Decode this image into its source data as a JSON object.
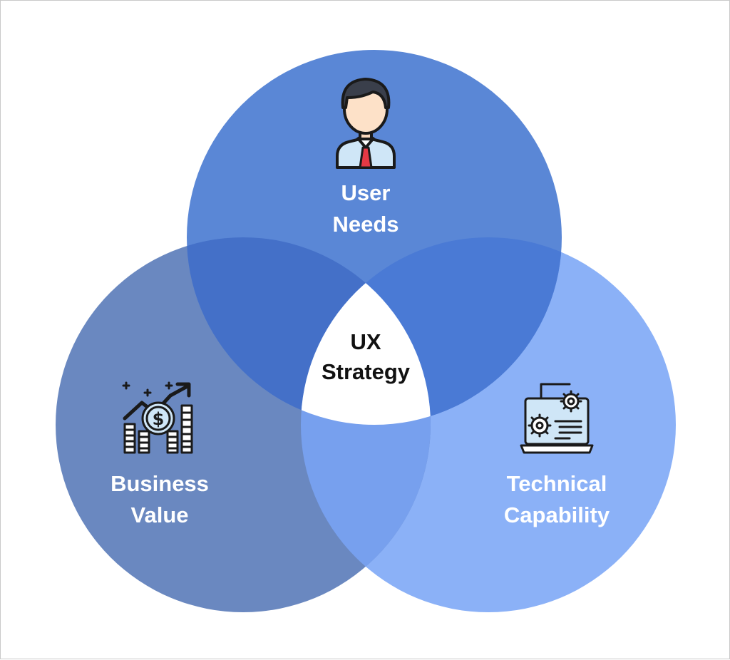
{
  "diagram": {
    "circles": {
      "user_needs": {
        "label_line1": "User",
        "label_line2": "Needs",
        "color": "#4a78d4",
        "icon": "businessman-icon"
      },
      "business_value": {
        "label_line1": "Business",
        "label_line2": "Value",
        "color": "#5a7bbb",
        "icon": "financial-growth-icon"
      },
      "technical_capability": {
        "label_line1": "Technical",
        "label_line2": "Capability",
        "color": "#7ea6f5",
        "icon": "laptop-gears-icon"
      }
    },
    "center": {
      "label_line1": "UX",
      "label_line2": "Strategy",
      "color": "#ffffff"
    }
  }
}
